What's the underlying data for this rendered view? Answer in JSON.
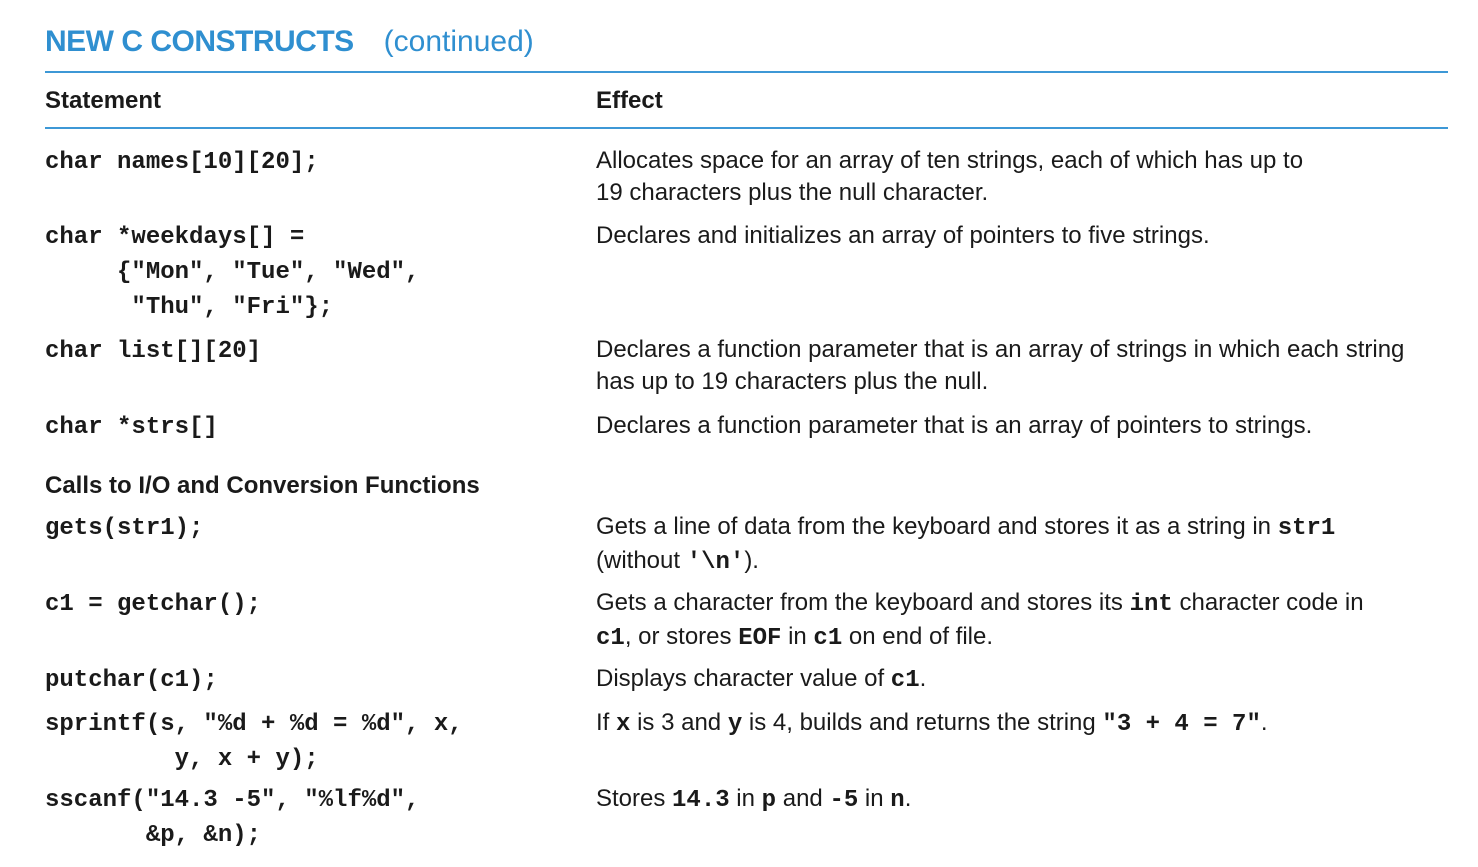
{
  "title": {
    "main": "NEW C CONSTRUCTS",
    "continued": "(continued)"
  },
  "headers": {
    "statement": "Statement",
    "effect": "Effect"
  },
  "rows_a": [
    {
      "code": "char names[10][20];",
      "effect": [
        {
          "t": "Allocates space for an array of ten strings, each of which has up to"
        },
        {
          "br": true
        },
        {
          "t": "19 characters plus the null character."
        }
      ]
    },
    {
      "code": "char *weekdays[] =\n     {\"Mon\", \"Tue\", \"Wed\",\n      \"Thu\", \"Fri\"};",
      "effect": [
        {
          "t": "Declares and initializes an array of pointers to five strings."
        }
      ]
    },
    {
      "code": "char list[][20]",
      "effect": [
        {
          "t": "Declares a function parameter that is an array of strings in which each string"
        },
        {
          "br": true
        },
        {
          "t": "has up to 19 characters plus the null."
        }
      ]
    },
    {
      "code": "char *strs[]",
      "effect": [
        {
          "t": "Declares a function parameter that is an array of pointers to strings."
        }
      ]
    }
  ],
  "section": "Calls to I/O and Conversion Functions",
  "rows_b": [
    {
      "code": "gets(str1);",
      "effect": [
        {
          "t": "Gets a line of data from the keyboard and stores it as a string in "
        },
        {
          "m": "str1"
        },
        {
          "br": true
        },
        {
          "t": "(without "
        },
        {
          "m": "'\\n'"
        },
        {
          "t": ")."
        }
      ]
    },
    {
      "code": "c1 = getchar();",
      "effect": [
        {
          "t": "Gets a character from the keyboard and stores its "
        },
        {
          "m": "int"
        },
        {
          "t": " character code in"
        },
        {
          "br": true
        },
        {
          "m": "c1"
        },
        {
          "t": ", or stores "
        },
        {
          "m": "EOF"
        },
        {
          "t": " in "
        },
        {
          "m": "c1"
        },
        {
          "t": " on end of file."
        }
      ]
    },
    {
      "code": "putchar(c1);",
      "effect": [
        {
          "t": "Displays character value of "
        },
        {
          "m": "c1"
        },
        {
          "t": "."
        }
      ]
    },
    {
      "code": "sprintf(s, \"%d + %d = %d\", x,\n         y, x + y);",
      "effect": [
        {
          "t": "If "
        },
        {
          "m": "x"
        },
        {
          "t": " is 3 and "
        },
        {
          "m": "y"
        },
        {
          "t": " is 4, builds and returns the string "
        },
        {
          "m": "\"3 + 4 = 7\""
        },
        {
          "t": "."
        }
      ]
    },
    {
      "code": "sscanf(\"14.3 -5\", \"%lf%d\",\n       &p, &n);",
      "effect": [
        {
          "t": "Stores "
        },
        {
          "m": "14.3"
        },
        {
          "t": " in "
        },
        {
          "m": "p"
        },
        {
          "t": " and "
        },
        {
          "m": "-5"
        },
        {
          "t": " in "
        },
        {
          "m": "n"
        },
        {
          "t": "."
        }
      ]
    }
  ],
  "colors": {
    "accent": "#2f8fd0",
    "rule": "#3d98d6",
    "text": "#1a1a1a"
  }
}
